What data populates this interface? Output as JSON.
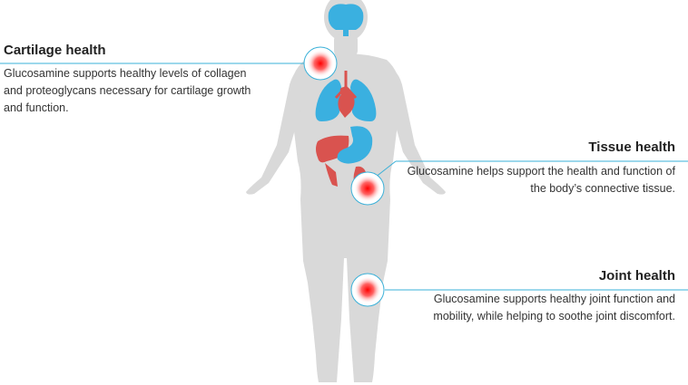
{
  "colors": {
    "body": "#d9d9d9",
    "organ_blue": "#3ab0e0",
    "organ_red": "#d9534f",
    "line": "#3ab0d8",
    "hotspot": "#ff0000"
  },
  "callouts": {
    "cartilage": {
      "title": "Cartilage health",
      "description": "Glucosamine supports healthy levels of collagen and proteoglycans necessary for cartilage growth and function."
    },
    "tissue": {
      "title": "Tissue health",
      "description": "Glucosamine helps support the health and function of the body’s connective tissue."
    },
    "joint": {
      "title": "Joint health",
      "description": "Glucosamine supports healthy joint function and mobility, while helping to soothe joint discomfort."
    }
  }
}
